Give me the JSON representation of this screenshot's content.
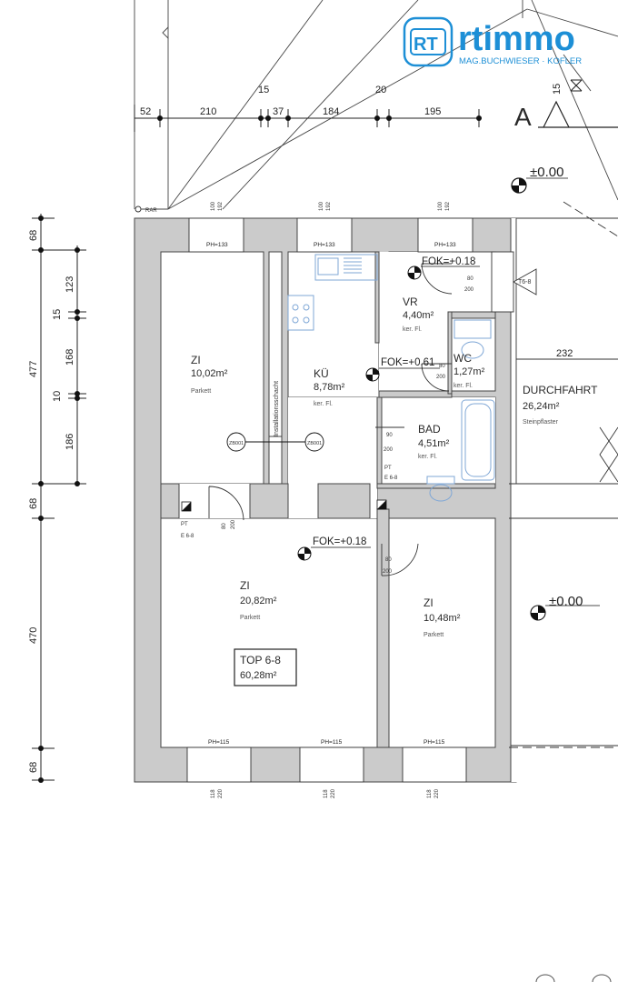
{
  "logo": {
    "monogram": "RT",
    "brand": "rtimmo",
    "subtitle": "MAG.BUCHWIESER · KOFLER",
    "brand_color": "#1d8fd6"
  },
  "section_marker": "A",
  "top_dimensions": [
    "52",
    "210",
    "15",
    "37",
    "184",
    "20",
    "195"
  ],
  "top_right_dim": "15",
  "rar_label": "RAR",
  "left_dimensions": {
    "outer": [
      "68",
      "477",
      "68",
      "470",
      "68"
    ],
    "inner": [
      "123",
      "15",
      "168",
      "10",
      "186"
    ]
  },
  "levels": {
    "level_top": "±0.00",
    "level_right": "±0.00"
  },
  "window_labels": {
    "top": [
      "PH=133",
      "PH=133",
      "PH=133"
    ],
    "bottom": [
      "PH=115",
      "PH=115",
      "PH=115"
    ],
    "top_sizes": [
      "100",
      "192",
      "100",
      "192",
      "100",
      "192"
    ],
    "bottom_sizes": [
      "118",
      "220",
      "118",
      "220",
      "118",
      "220"
    ]
  },
  "rooms": [
    {
      "name": "ZI",
      "area": "10,02m²",
      "floor": "Parkett"
    },
    {
      "name": "KÜ",
      "area": "8,78m²",
      "floor": "ker. Fl."
    },
    {
      "name": "VR",
      "area": "4,40m²",
      "floor": "ker. Fl."
    },
    {
      "name": "WC",
      "area": "1,27m²",
      "floor": "ker. Fl."
    },
    {
      "name": "BAD",
      "area": "4,51m²",
      "floor": "ker. Fl."
    },
    {
      "name": "ZI",
      "area": "20,82m²",
      "floor": "Parkett"
    },
    {
      "name": "ZI",
      "area": "10,48m²",
      "floor": "Parkett"
    },
    {
      "name": "DURCHFAHRT",
      "area": "26,24m²",
      "floor": "Steinpflaster"
    }
  ],
  "durchfahrt_width": "232",
  "fok_labels": [
    "FOK=+0.18",
    "FOK=+0.61",
    "FOK=+0.18"
  ],
  "door_sizes": {
    "d1": [
      "80",
      "200"
    ],
    "d2": [
      "80",
      "200"
    ],
    "d3": [
      "80",
      "200"
    ],
    "d4": [
      "80",
      "200"
    ],
    "d5": [
      "90",
      "200"
    ]
  },
  "pt_labels": [
    "PT",
    "E 6-8",
    "PT",
    "E 6-8"
  ],
  "shaft_label": "Installationsschacht",
  "radiator_label": "ZB001",
  "stair_ref": "T6-8",
  "top": {
    "name": "TOP 6-8",
    "area": "60,28m²"
  }
}
